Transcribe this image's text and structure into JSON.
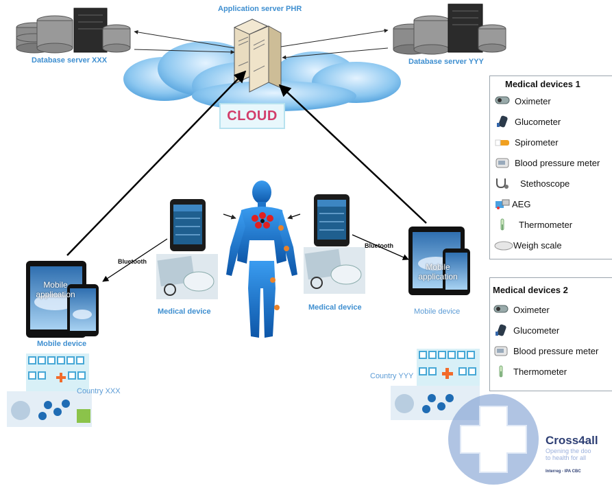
{
  "application_server": {
    "label": "Application server PHR"
  },
  "database_left": {
    "label": "Database server XXX"
  },
  "database_right": {
    "label": "Database server YYY"
  },
  "cloud": {
    "label": "CLOUD"
  },
  "mobile_left": {
    "screen_label": "Mobile application",
    "caption": "Mobile device"
  },
  "mobile_right": {
    "screen_label": "Mobile application",
    "caption": "Mobile device"
  },
  "bluetooth_left": "Bluetooth",
  "bluetooth_right": "Bluetooth",
  "medical_device_left": "Medical device",
  "medical_device_right": "Medical device",
  "country_left": "Country XXX",
  "country_right": "Country YYY",
  "legend1": {
    "title": "Medical devices 1",
    "items": [
      {
        "label": "Oximeter",
        "icon": "oximeter-icon"
      },
      {
        "label": "Glucometer",
        "icon": "glucometer-icon"
      },
      {
        "label": "Spirometer",
        "icon": "spirometer-icon"
      },
      {
        "label": "Blood pressure meter",
        "icon": "blood-pressure-icon"
      },
      {
        "label": "Stethoscope",
        "icon": "stethoscope-icon"
      },
      {
        "label": "AEG",
        "icon": "aeg-icon"
      },
      {
        "label": "Thermometer",
        "icon": "thermometer-icon"
      },
      {
        "label": "Weigh scale",
        "icon": "weigh-scale-icon"
      }
    ]
  },
  "legend2": {
    "title": "Medical devices 2",
    "items": [
      {
        "label": "Oximeter",
        "icon": "oximeter-icon"
      },
      {
        "label": "Glucometer",
        "icon": "glucometer-icon"
      },
      {
        "label": "Blood pressure meter",
        "icon": "blood-pressure-icon"
      },
      {
        "label": "Thermometer",
        "icon": "thermometer-icon"
      }
    ]
  },
  "logo": {
    "title": "Cross4all",
    "subtitle_line1": "Opening the doo",
    "subtitle_line2": "to health for all",
    "footer": "Interreg - IPA CBC"
  },
  "colors": {
    "label_blue": "#3f8fd0",
    "cloud_text": "#d23d6b",
    "arrow": "#000000",
    "body_blue": "#1e74c9",
    "hospital_cross": "#f26b2a"
  }
}
